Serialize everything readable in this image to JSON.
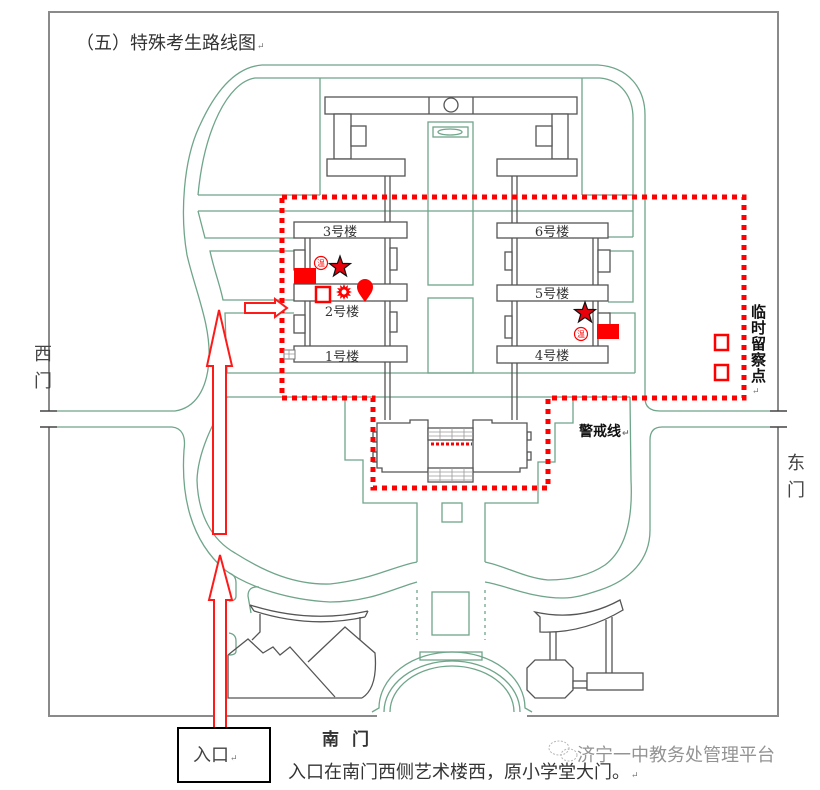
{
  "document": {
    "title": "（五）特殊考生路线图",
    "return_mark": "↵"
  },
  "map": {
    "gates": {
      "west": "西门",
      "east": "东门",
      "south": "南门"
    },
    "buildings": [
      {
        "label": "1号楼"
      },
      {
        "label": "2号楼"
      },
      {
        "label": "3号楼"
      },
      {
        "label": "4号楼"
      },
      {
        "label": "5号楼"
      },
      {
        "label": "6号楼"
      }
    ],
    "annotations": {
      "temporary_observation_point": "临时留察点",
      "cordon_line": "警戒线",
      "entrance": "入口"
    },
    "markers": {
      "temperature_label": "温",
      "icons": [
        "star-icon",
        "burst-icon",
        "location-pin-icon",
        "temperature-check-icon",
        "filled-red-square-icon",
        "hollow-red-square-icon",
        "route-arrow-icon"
      ]
    }
  },
  "caption": "入口在南门西侧艺术楼西，原小学堂大门。",
  "watermark": {
    "text": "济宁一中教务处管理平台",
    "icon": "wechat-icon"
  },
  "colors": {
    "route_red": "#ff0000",
    "road_green": "#6fa58a",
    "building_outline": "#555555",
    "text": "#333333"
  }
}
